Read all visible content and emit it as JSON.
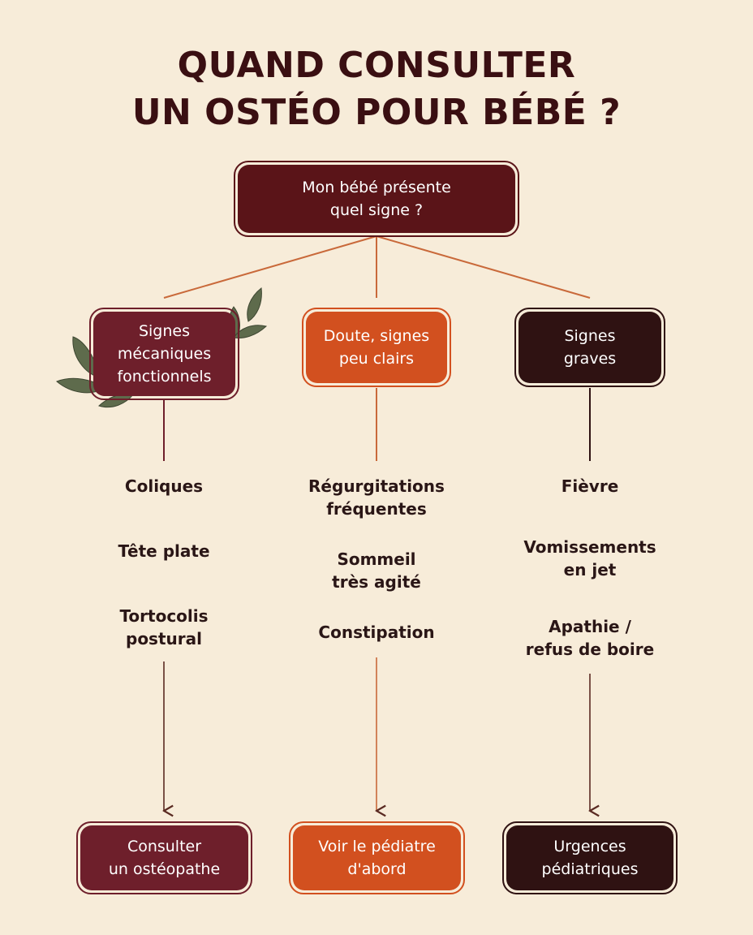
{
  "title": {
    "line1": "QUAND CONSULTER",
    "line2": "UN OSTÉO POUR BÉBÉ ?"
  },
  "root": {
    "label": "Mon bébé présente\nquel signe ?"
  },
  "branches": [
    {
      "label": "Signes\nmécaniques\nfonctionnels",
      "signs": [
        "Coliques",
        "Tête plate",
        "Tortocolis\npostural"
      ],
      "outcome": "Consulter\nun ostéopathe"
    },
    {
      "label": "Doute, signes\npeu clairs",
      "signs": [
        "Régurgitations\nfréquentes",
        "Sommeil\ntrès agité",
        "Constipation"
      ],
      "outcome": "Voir le pédiatre\nd'abord"
    },
    {
      "label": "Signes\ngraves",
      "signs": [
        "Fièvre",
        "Vomissements\nen jet",
        "Apathie /\nrefus de boire"
      ],
      "outcome": "Urgences\npédiatriques"
    }
  ],
  "colors": {
    "background": "#f7ecd9",
    "title": "#3a0f12",
    "wine": "#6e1f2b",
    "orange": "#d2501f",
    "dark": "#2f1212",
    "connector": "#c9693a",
    "leaf": "#5e6b4c"
  },
  "icons": [
    "leaf-icon"
  ]
}
